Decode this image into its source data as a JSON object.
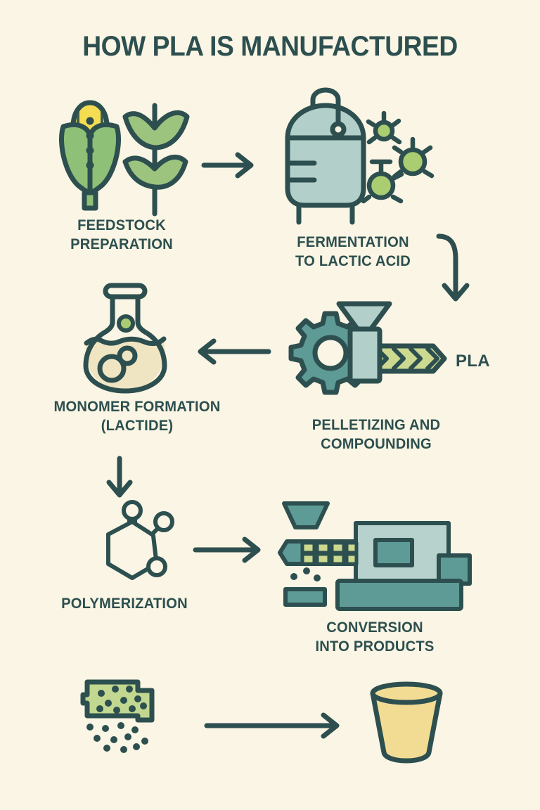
{
  "page": {
    "title": "HOW PLA IS MANUFACTURED",
    "background_color": "#faf5e4",
    "ink_color": "#2d4f4f"
  },
  "palette": {
    "outline": "#2d4f4f",
    "corn_yellow": "#f5dd52",
    "husk_green": "#8fc077",
    "leaf_green": "#9dc47f",
    "tank_blue": "#b2cfca",
    "microbe_green": "#a9cd70",
    "gear_teal": "#5e9b96",
    "screw_green": "#ccd98f",
    "flask_liquid": "#f0e5c2",
    "machine_light": "#b7d2cd",
    "machine_teal": "#5e9b96",
    "pellet_green": "#c2d78f",
    "cup_yellow": "#f2dc94"
  },
  "steps": [
    {
      "id": "feedstock",
      "icon": "corn-plant-icon",
      "label_line1": "FEEDSTOCK",
      "label_line2": "PREPARATION"
    },
    {
      "id": "fermentation",
      "icon": "fermentation-tank-icon",
      "label_line1": "FERMENTATION",
      "label_line2": "TO LACTIC ACID"
    },
    {
      "id": "pelletizing",
      "icon": "extruder-gear-icon",
      "label_line1": "PELLETIZING AND",
      "label_line2": "COMPOUNDING",
      "inline_label": "PLA"
    },
    {
      "id": "monomer",
      "icon": "flask-icon",
      "label_line1": "MONOMER FORMATION",
      "label_line2": "(LACTIDE)"
    },
    {
      "id": "polymerization",
      "icon": "lactide-molecule-icon",
      "label_line1": "POLYMERIZATION",
      "label_line2": ""
    },
    {
      "id": "conversion",
      "icon": "injection-molding-machine-icon",
      "label_line1": "CONVERSION",
      "label_line2": "INTO PRODUCTS"
    },
    {
      "id": "product",
      "icon": "pellets-and-cup-icon",
      "label_line1": "",
      "label_line2": ""
    }
  ],
  "arrows": [
    {
      "id": "arrow-feedstock-to-fermentation",
      "direction": "right"
    },
    {
      "id": "arrow-fermentation-to-pelletizing",
      "direction": "curved-down"
    },
    {
      "id": "arrow-pelletizing-to-monomer",
      "direction": "left"
    },
    {
      "id": "arrow-monomer-to-polymerization",
      "direction": "down"
    },
    {
      "id": "arrow-polymerization-to-conversion",
      "direction": "right"
    },
    {
      "id": "arrow-pellets-to-cup",
      "direction": "right"
    }
  ]
}
